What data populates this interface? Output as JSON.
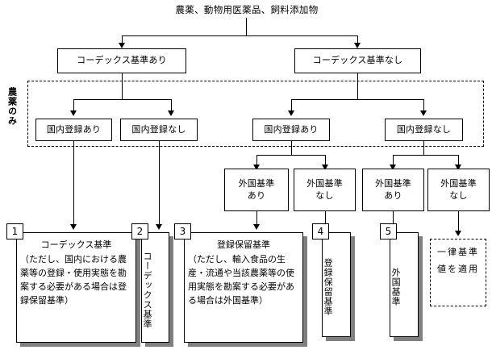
{
  "diagram": {
    "title": "農薬、動物用医薬品、飼料添加物",
    "group_label": "農薬のみ",
    "level1": [
      {
        "label": "コーデックス基準あり"
      },
      {
        "label": "コーデックス基準なし"
      }
    ],
    "level2": [
      {
        "label": "国内登録あり"
      },
      {
        "label": "国内登録なし"
      },
      {
        "label": "国内登録あり"
      },
      {
        "label": "国内登録なし"
      }
    ],
    "level3": [
      {
        "line1": "外国基準",
        "line2": "あり"
      },
      {
        "line1": "外国基準",
        "line2": "なし"
      },
      {
        "line1": "外国基準",
        "line2": "あり"
      },
      {
        "line1": "外国基準",
        "line2": "なし"
      }
    ],
    "results": [
      {
        "number": "1",
        "title": "コーデックス基準",
        "body": "（ただし、国内における農薬等の登録・使用実態を勘案する必要がある場合は登録保留基準）",
        "orientation": "horizontal"
      },
      {
        "number": "2",
        "title": "コーデックス基準",
        "body": "",
        "orientation": "vertical"
      },
      {
        "number": "3",
        "title": "登録保留基準",
        "body": "（ただし、輸入食品の生産・流通や当該農薬等の使用実態を勘案する必要がある場合は外国基準）",
        "orientation": "horizontal"
      },
      {
        "number": "4",
        "title": "登録保留基準",
        "body": "",
        "orientation": "vertical"
      },
      {
        "number": "5",
        "title": "外国基準",
        "body": "",
        "orientation": "vertical"
      }
    ],
    "terminal": {
      "label": "一律基準値を適用"
    },
    "colors": {
      "line": "#000000",
      "shadow": "#808080",
      "background": "#ffffff"
    }
  }
}
